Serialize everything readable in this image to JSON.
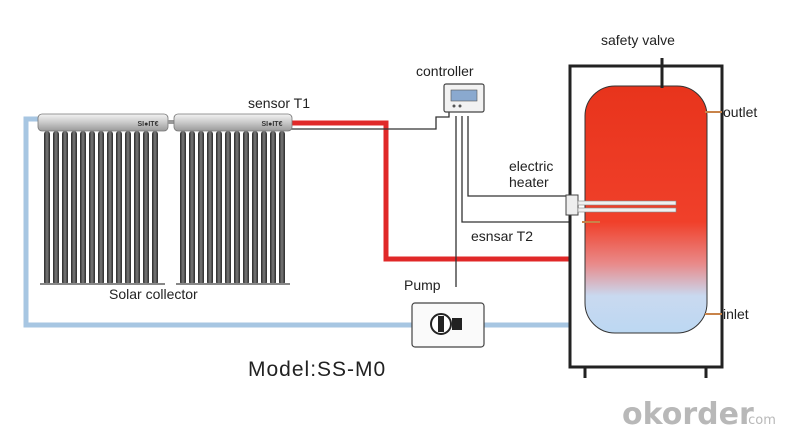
{
  "labels": {
    "safety_valve": "safety valve",
    "controller": "controller",
    "sensor_t1": "sensor T1",
    "outlet": "outlet",
    "electric_heater_line1": "electric",
    "electric_heater_line2": "heater",
    "sensor_t2": "esnsar T2",
    "pump": "Pump",
    "inlet": "inlet",
    "solar_collector": "Solar collector",
    "collector_brand": "SI●IT€"
  },
  "model": "Model:SS-M0",
  "watermark": {
    "main": "okorder",
    "suffix": ".com"
  },
  "colors": {
    "hot_pipe": "#e02828",
    "cold_pipe": "#a7c6e2",
    "wire": "#333333",
    "tank_hot": "#e8341c",
    "tank_cold": "#bcd8f2",
    "watermark": "#b8b8b8"
  }
}
